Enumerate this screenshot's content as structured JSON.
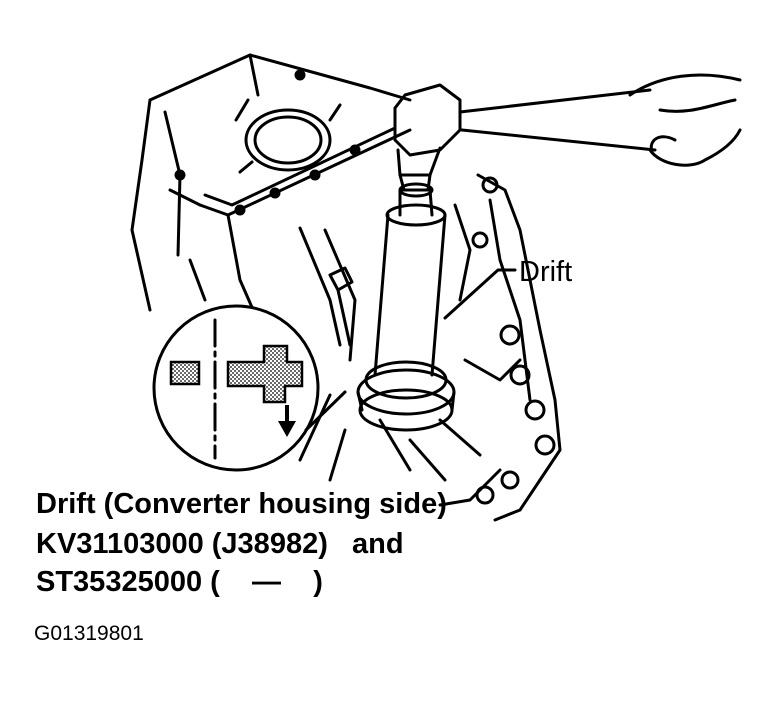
{
  "labels": {
    "drift": "Drift"
  },
  "caption": {
    "line1": "Drift (Converter housing side)",
    "line2": "KV31103000 (J38982)   and",
    "line3": "ST35325000 (    —    )"
  },
  "figure_id": "G01319801"
}
